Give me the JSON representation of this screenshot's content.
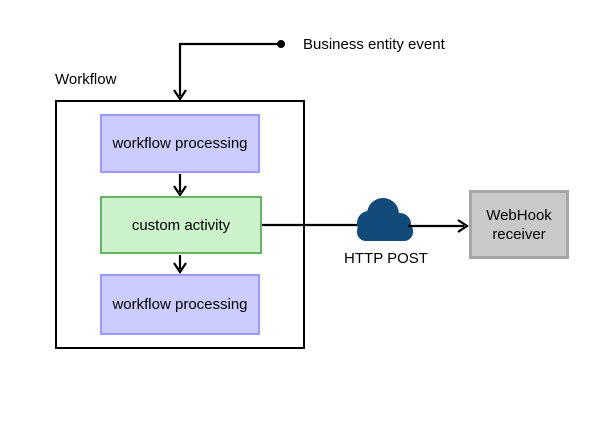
{
  "diagram": {
    "labels": {
      "workflow": "Workflow",
      "business_event": "Business entity event",
      "http_post": "HTTP POST"
    },
    "nodes": [
      {
        "id": "workflow-processing-top",
        "label": "workflow processing",
        "fill": "#ccccff",
        "stroke": "#9999ff"
      },
      {
        "id": "custom-activity",
        "label": "custom activity",
        "fill": "#ccf2cc",
        "stroke": "#66b366"
      },
      {
        "id": "workflow-processing-bottom",
        "label": "workflow processing",
        "fill": "#ccccff",
        "stroke": "#9999ff"
      },
      {
        "id": "webhook-receiver",
        "label": "WebHook receiver",
        "fill": "#c9c9c9",
        "stroke": "#a6a6a6"
      }
    ],
    "icons": {
      "cloud": {
        "color": "#124a7a"
      }
    },
    "colors": {
      "connector": "#000000",
      "container_border": "#000000",
      "background": "#ffffff"
    }
  }
}
